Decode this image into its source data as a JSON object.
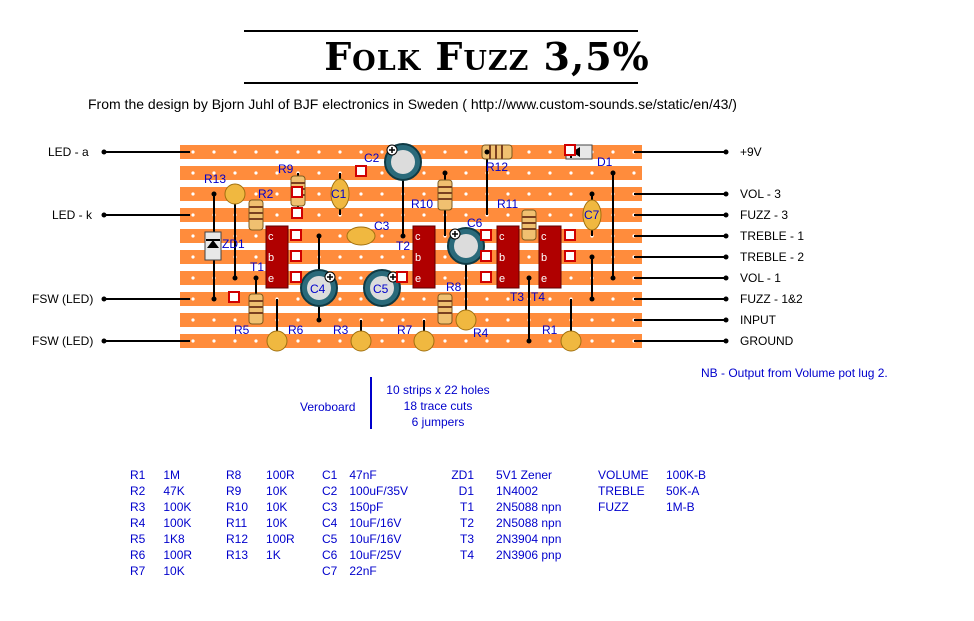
{
  "title": "Folk Fuzz 3,5%",
  "subtitle": "From the design by Bjorn Juhl of BJF electronics in Sweden ( http://www.custom-sounds.se/static/en/43/)",
  "left_labels": [
    "LED - a",
    "LED - k",
    "FSW (LED)",
    "FSW (LED)"
  ],
  "right_labels": [
    "+9V",
    "VOL - 3",
    "FUZZ - 3",
    "TREBLE - 1",
    "TREBLE - 2",
    "VOL - 1",
    "FUZZ - 1&2",
    "INPUT",
    "GROUND"
  ],
  "component_labels": {
    "R1": "R1",
    "R2": "R2",
    "R3": "R3",
    "R4": "R4",
    "R5": "R5",
    "R6": "R6",
    "R7": "R7",
    "R8": "R8",
    "R9": "R9",
    "R10": "R10",
    "R11": "R11",
    "R12": "R12",
    "R13": "R13",
    "C1": "C1",
    "C2": "C2",
    "C3": "C3",
    "C4": "C4",
    "C5": "C5",
    "C6": "C6",
    "C7": "C7",
    "T1": "T1",
    "T2": "T2",
    "T3": "T3",
    "T4": "T4",
    "D1": "D1",
    "ZD1": "ZD1"
  },
  "pin_labels": [
    "c",
    "b",
    "e"
  ],
  "note": "NB - Output from Volume pot lug 2.",
  "board": {
    "name": "Veroboard",
    "specs": [
      "10 strips x 22 holes",
      "18 trace cuts",
      "6 jumpers"
    ]
  },
  "bom": {
    "resistors_a": [
      [
        "R1",
        "1M"
      ],
      [
        "R2",
        "47K"
      ],
      [
        "R3",
        "100K"
      ],
      [
        "R4",
        "100K"
      ],
      [
        "R5",
        "1K8"
      ],
      [
        "R6",
        "100R"
      ],
      [
        "R7",
        "10K"
      ]
    ],
    "resistors_b": [
      [
        "R8",
        "100R"
      ],
      [
        "R9",
        "10K"
      ],
      [
        "R10",
        "10K"
      ],
      [
        "R11",
        "10K"
      ],
      [
        "R12",
        "100R"
      ],
      [
        "R13",
        "1K"
      ]
    ],
    "capacitors": [
      [
        "C1",
        "47nF"
      ],
      [
        "C2",
        "100uF/35V"
      ],
      [
        "C3",
        "150pF"
      ],
      [
        "C4",
        "10uF/16V"
      ],
      [
        "C5",
        "10uF/16V"
      ],
      [
        "C6",
        "10uF/25V"
      ],
      [
        "C7",
        "22nF"
      ]
    ],
    "semis": [
      [
        "ZD1",
        "5V1 Zener"
      ],
      [
        "D1",
        "1N4002"
      ],
      [
        "T1",
        "2N5088 npn"
      ],
      [
        "T2",
        "2N5088 npn"
      ],
      [
        "T3",
        "2N3904 npn"
      ],
      [
        "T4",
        "2N3906 pnp"
      ]
    ],
    "pots": [
      [
        "VOLUME",
        "100K-B"
      ],
      [
        "TREBLE",
        "50K-A"
      ],
      [
        "FUZZ",
        "1M-B"
      ]
    ]
  },
  "colors": {
    "strip": "#ff8c3c",
    "gap": "#ffffff",
    "component_text": "#0000cc",
    "transistor": "#b00000",
    "capacitor_tan": "#f0b840",
    "electrolytic": "#2a6a7a"
  }
}
